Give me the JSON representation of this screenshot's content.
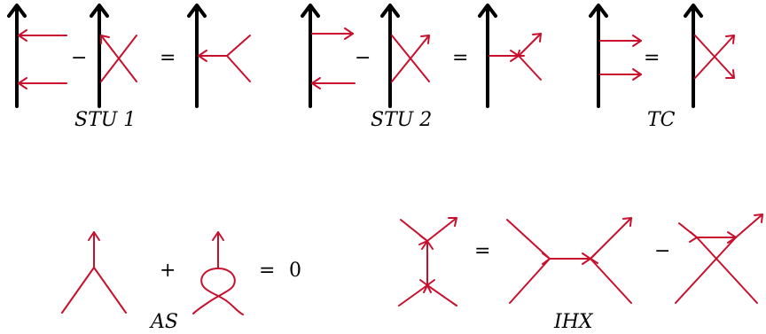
{
  "relations": [
    {
      "id": "stu1",
      "label": "STU 1",
      "ops": [
        "−",
        "="
      ]
    },
    {
      "id": "stu2",
      "label": "STU 2",
      "ops": [
        "−",
        "="
      ]
    },
    {
      "id": "tc",
      "label": "TC",
      "ops": [
        "="
      ]
    },
    {
      "id": "as",
      "label": "AS",
      "ops": [
        "+",
        "=",
        "0"
      ]
    },
    {
      "id": "ihx",
      "label": "IHX",
      "ops": [
        "=",
        "−"
      ]
    }
  ],
  "colors": {
    "strand": "#000000",
    "chord": "#c8102e"
  }
}
